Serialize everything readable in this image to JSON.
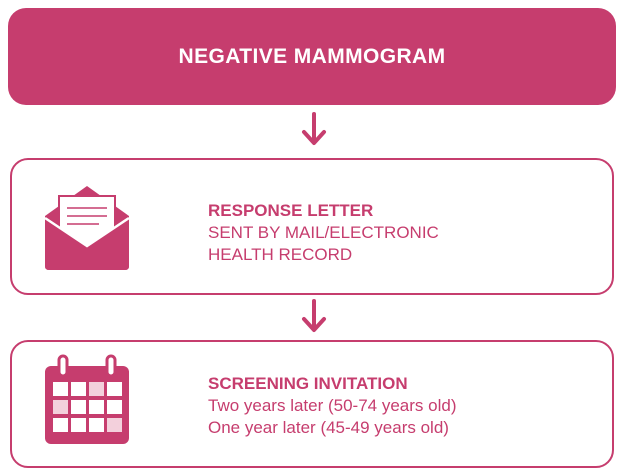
{
  "top_box": {
    "title": "NEGATIVE MAMMOGRAM"
  },
  "steps": [
    {
      "icon": "envelope-letter-icon",
      "heading": "RESPONSE LETTER",
      "lines": [
        "SENT BY MAIL/ELECTRONIC",
        "HEALTH RECORD"
      ]
    },
    {
      "icon": "calendar-icon",
      "heading": "SCREENING INVITATION",
      "lines": [
        "Two years later (50-74 years old)",
        "One year later (45-49 years old)"
      ]
    }
  ],
  "colors": {
    "accent": "#c63d6e",
    "background": "#ffffff"
  }
}
